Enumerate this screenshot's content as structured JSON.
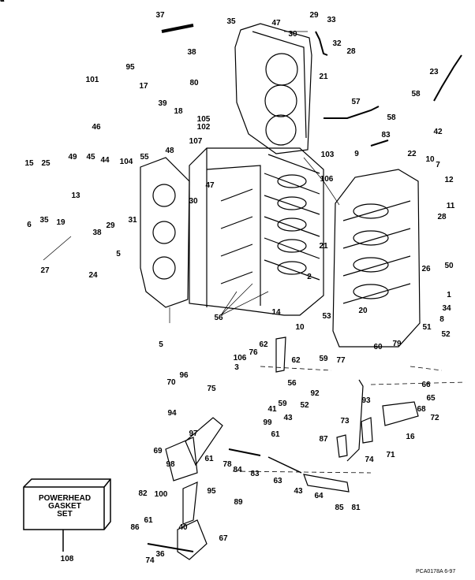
{
  "kit": {
    "line1": "POWERHEAD",
    "line2": "GASKET",
    "line3": "SET",
    "number": "108"
  },
  "footer": {
    "code": "PCA0178A",
    "date": "6-97"
  },
  "callouts": [
    "37",
    "35",
    "47",
    "29",
    "33",
    "38",
    "32",
    "30",
    "28",
    "95",
    "21",
    "101",
    "17",
    "80",
    "23",
    "58",
    "57",
    "46",
    "39",
    "18",
    "105",
    "102",
    "58",
    "42",
    "107",
    "83",
    "22",
    "9",
    "15",
    "25",
    "49",
    "45",
    "44",
    "104",
    "55",
    "48",
    "47",
    "103",
    "10",
    "7",
    "12",
    "11",
    "13",
    "31",
    "28",
    "6",
    "35",
    "19",
    "38",
    "29",
    "30",
    "21",
    "2",
    "5",
    "27",
    "24",
    "26",
    "50",
    "106",
    "1",
    "34",
    "53",
    "8",
    "51",
    "20",
    "56",
    "10",
    "5",
    "14",
    "62",
    "79",
    "52",
    "106",
    "76",
    "62",
    "59",
    "77",
    "3",
    "60",
    "66",
    "70",
    "96",
    "92",
    "65",
    "68",
    "52",
    "56",
    "75",
    "59",
    "93",
    "41",
    "94",
    "43",
    "73",
    "72",
    "99",
    "16",
    "61",
    "97",
    "87",
    "69",
    "98",
    "61",
    "78",
    "74",
    "71",
    "84",
    "82",
    "100",
    "95",
    "83",
    "63",
    "43",
    "64",
    "85",
    "81",
    "89",
    "86",
    "61",
    "40",
    "67",
    "36",
    "74",
    "41",
    "43",
    "108"
  ]
}
